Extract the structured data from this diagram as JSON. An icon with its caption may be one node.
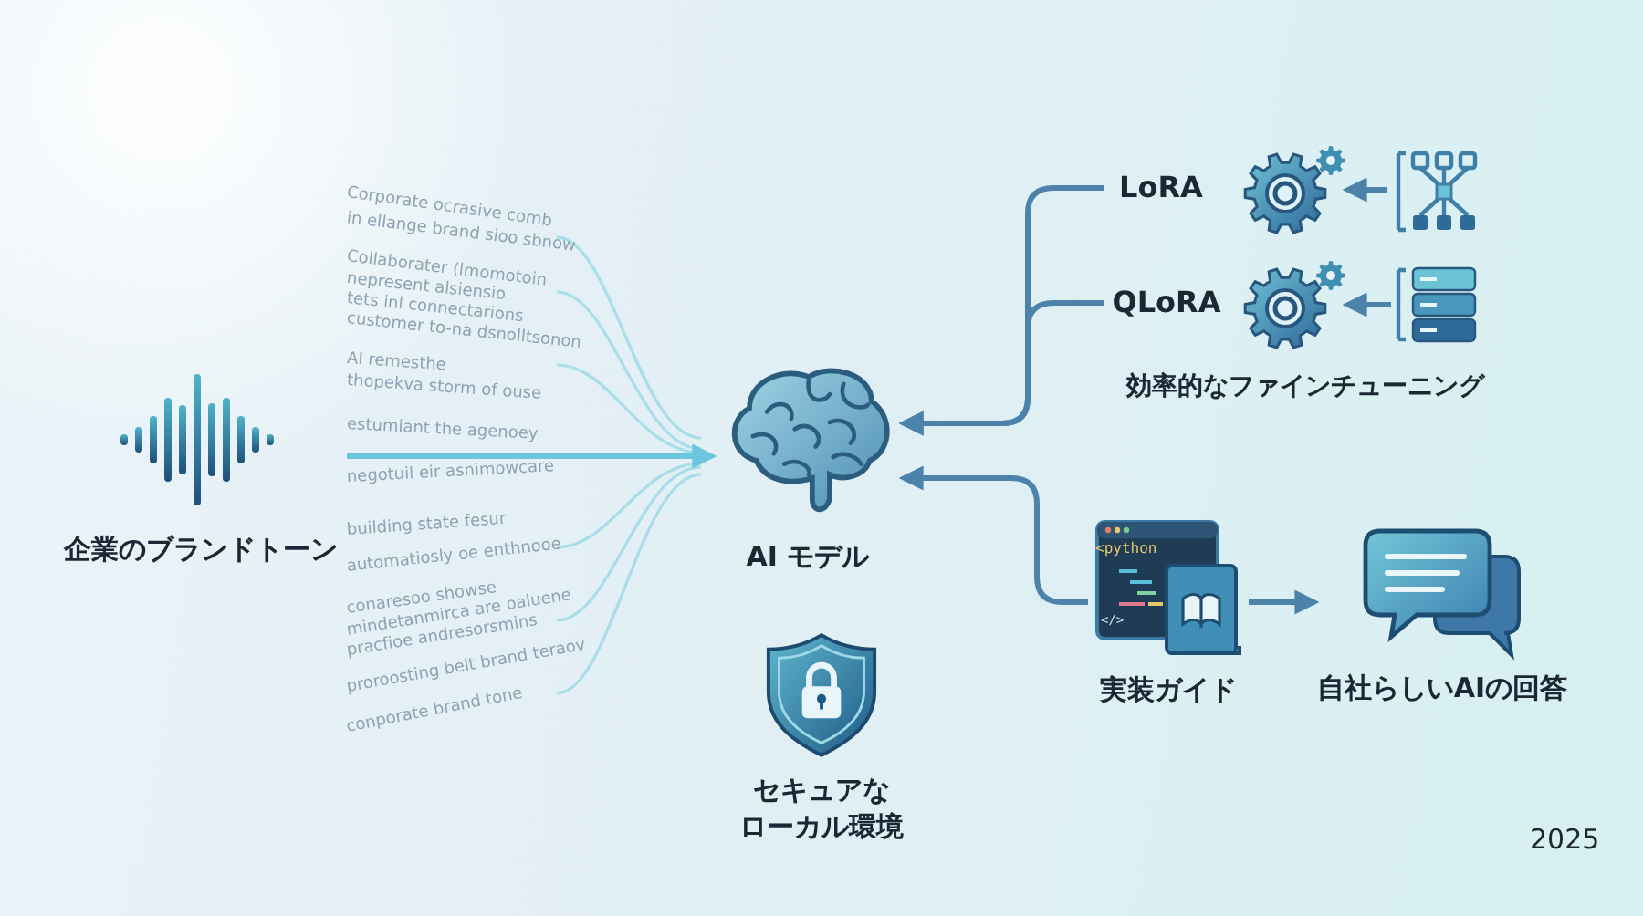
{
  "diagram": {
    "nodes": [
      {
        "text": [
          "企業のブランドトーン"
        ]
      },
      {
        "text": [
          "AI モデル"
        ]
      },
      {
        "text": [
          "LoRA"
        ]
      },
      {
        "text": [
          "QLoRA"
        ]
      },
      {
        "text": [],
        "shape": "picture"
      },
      {
        "text": [],
        "shape": "picture"
      },
      {
        "text": [],
        "shape": "picture"
      },
      {
        "text": [],
        "shape": "picture"
      },
      {
        "text": [
          "実装ガイド"
        ]
      },
      {
        "text": [
          "自社らしいAIの回答"
        ]
      },
      {
        "text": [
          "セキュアなローカル環境"
        ]
      }
    ],
    "edges": [
      {
        "from": 0,
        "to": 1,
        "arrow": "to",
        "color": "#6cc6dc"
      },
      {
        "from": 2,
        "to": 1,
        "arrow": "to"
      },
      {
        "from": 3,
        "to": 1,
        "arrow": "to"
      },
      {
        "from": 8,
        "to": 1,
        "arrow": "to"
      },
      {
        "from": 8,
        "to": 9,
        "arrow": "to"
      },
      {
        "from": 5,
        "to": 4,
        "arrow": "to"
      },
      {
        "from": 7,
        "to": 6,
        "arrow": "to"
      }
    ],
    "labels": [
      "Corporate ocrasive comb",
      "in ellange brand sioo sbnow",
      "Collaborater (lmomotoin",
      "nepresent alsiensio",
      "tets inl connectarions",
      "customer to-na dsnolltsonon",
      "AI remesthe",
      "thopekva storm of ouse",
      "estumiant the agenoey",
      "negotuil eir asnimowcare",
      "building state fesur",
      "automatiosly oe enthnooe",
      "conaresoo showse",
      "mindetanmirca are oaluene",
      "pracfioe andresorsmins",
      "proroosting belt brand teraov",
      "conporate brand tone",
      "効率的なファインチューニング",
      "<python",
      "</>",
      "2025"
    ]
  }
}
